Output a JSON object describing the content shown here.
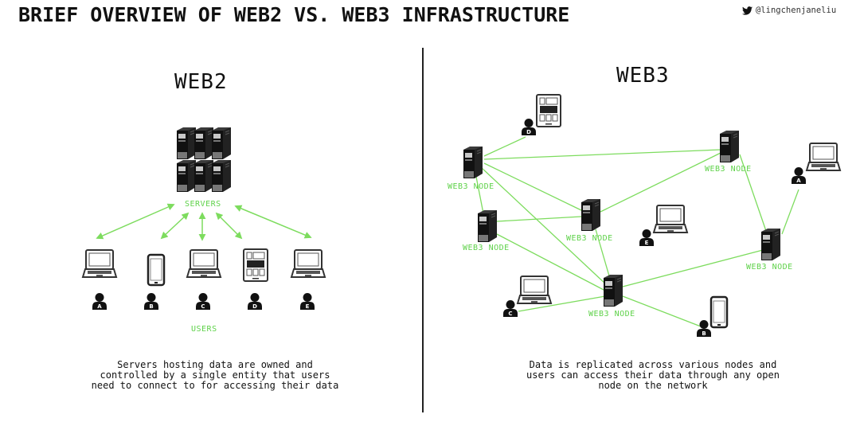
{
  "title": "BRIEF OVERVIEW OF WEB2 VS. WEB3 INFRASTRUCTURE",
  "author": {
    "icon": "twitter-bird-icon",
    "handle": "@lingchenjaneliu"
  },
  "colors": {
    "connection": "#7ddc5e",
    "label": "#5fd24a",
    "ink": "#111111"
  },
  "web2": {
    "heading": "WEB2",
    "servers_label": "SERVERS",
    "users_label": "USERS",
    "users": [
      {
        "id": "A",
        "device": "laptop"
      },
      {
        "id": "B",
        "device": "phone"
      },
      {
        "id": "C",
        "device": "laptop"
      },
      {
        "id": "D",
        "device": "tablet"
      },
      {
        "id": "E",
        "device": "laptop"
      }
    ],
    "caption": "Servers hosting data are owned and\ncontrolled by a single entity that users\nneed to connect to for accessing their data"
  },
  "web3": {
    "heading": "WEB3",
    "node_label": "WEB3 NODE",
    "nodes": [
      "N1",
      "N2",
      "N3",
      "N4",
      "N5",
      "N6"
    ],
    "users": [
      {
        "id": "D",
        "device": "tablet"
      },
      {
        "id": "A",
        "device": "laptop"
      },
      {
        "id": "E",
        "device": "laptop"
      },
      {
        "id": "C",
        "device": "laptop"
      },
      {
        "id": "B",
        "device": "phone"
      }
    ],
    "connections": [
      [
        "N1",
        "D"
      ],
      [
        "N1",
        "N2"
      ],
      [
        "N1",
        "N3"
      ],
      [
        "N1",
        "N4"
      ],
      [
        "N1",
        "N5"
      ],
      [
        "N3",
        "N4"
      ],
      [
        "N3",
        "N5"
      ],
      [
        "N4",
        "N2"
      ],
      [
        "N4",
        "N5"
      ],
      [
        "N2",
        "N6"
      ],
      [
        "N6",
        "A"
      ],
      [
        "N6",
        "N5"
      ],
      [
        "N5",
        "C"
      ],
      [
        "N5",
        "B"
      ]
    ],
    "caption": "Data is replicated across various nodes and\nusers can access their data through any open\nnode on the network"
  }
}
